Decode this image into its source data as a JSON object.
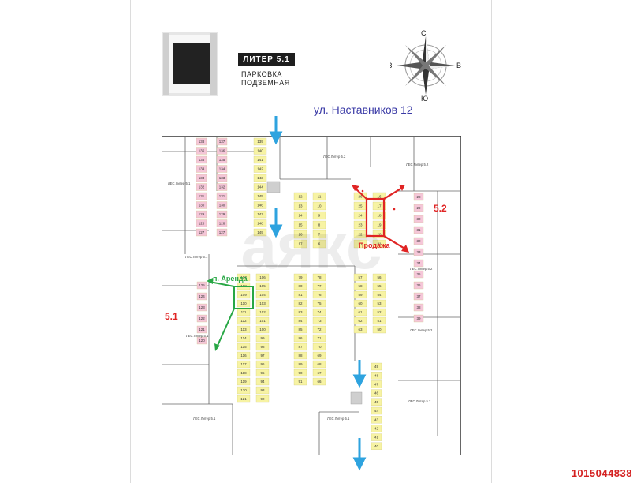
{
  "header": {
    "liter_title": "ЛИТЕР 5.1",
    "parking_line1": "ПАРКОВКА",
    "parking_line2": "ПОДЗЕМНАЯ"
  },
  "compass": {
    "north": "С",
    "south": "Ю",
    "west": "З",
    "east": "В"
  },
  "street_label": "ул. Наставников 12",
  "watermark": "аякс",
  "annotations": {
    "rent_label": "п. Аренда",
    "sale_label": "Продажа",
    "building_right": "5.2",
    "building_left": "5.1"
  },
  "plan_labels": {
    "stair_left_top": "ЛЕС Литер 5.1",
    "stair_left_mid": "ЛЕС Литер 5.1",
    "stair_left_low": "ЛЕС Литер 5.1",
    "stair_left_bottom": "ЛЕС Литер 5.1",
    "stair_top_mid": "ЛЕС Литер 5.2",
    "stair_top_right": "ЛЕС Литер 5.2",
    "stair_right_mid": "ЛЕС Литер 5.2",
    "stair_right_low": "ЛЕС Литер 5.2",
    "stair_right_bottom": "ЛЕС Литер 5.2",
    "stair_bottom_mid": "ЛЕС Литер 5.1"
  },
  "parking_spaces": {
    "left_upper_col1": [
      "138",
      "136",
      "135",
      "134",
      "133",
      "132",
      "131",
      "130",
      "129",
      "128",
      "127"
    ],
    "left_upper_col2": [
      "137",
      "136",
      "135",
      "134",
      "133",
      "132",
      "131",
      "130",
      "129",
      "128",
      "127"
    ],
    "center_top_col": [
      "139",
      "140",
      "141",
      "142",
      "143",
      "144",
      "145",
      "146",
      "147",
      "148",
      "149"
    ],
    "block_a_col1": [
      "12",
      "13",
      "14",
      "15",
      "16",
      "17"
    ],
    "block_a_col2": [
      "11",
      "10",
      "9",
      "8",
      "7",
      "6"
    ],
    "block_b_col1": [
      "26",
      "25",
      "24",
      "23",
      "22",
      "21"
    ],
    "block_b_col2": [
      "16",
      "17",
      "18",
      "19",
      "20",
      "21"
    ],
    "right_col": [
      "28",
      "29",
      "30",
      "31",
      "32",
      "33",
      "34",
      "35",
      "36",
      "37",
      "38",
      "39"
    ],
    "left_mid_col": [
      "125",
      "124",
      "123",
      "122",
      "121",
      "120"
    ],
    "center_col1": [
      "107",
      "108",
      "109",
      "110",
      "111",
      "112",
      "113",
      "114",
      "115",
      "116",
      "117",
      "118",
      "119",
      "120",
      "121"
    ],
    "center_col2": [
      "106",
      "105",
      "104",
      "103",
      "102",
      "101",
      "100",
      "99",
      "98",
      "97",
      "96",
      "95",
      "94",
      "93",
      "92"
    ],
    "center_col3": [
      "79",
      "80",
      "81",
      "82",
      "83",
      "84",
      "85",
      "86",
      "87",
      "88",
      "89",
      "90",
      "91"
    ],
    "center_col4": [
      "78",
      "77",
      "76",
      "75",
      "74",
      "73",
      "72",
      "71",
      "70",
      "69",
      "68",
      "67",
      "66"
    ],
    "center_col5": [
      "57",
      "58",
      "59",
      "60",
      "61",
      "62",
      "63"
    ],
    "center_col6": [
      "56",
      "55",
      "54",
      "53",
      "52",
      "51",
      "50"
    ],
    "lower_right_col": [
      "49",
      "48",
      "47",
      "46",
      "45",
      "44",
      "43",
      "42",
      "41",
      "40"
    ]
  },
  "listing_id": "1015044838",
  "colors": {
    "yellow_space": "#f7f3a3",
    "pink_space": "#f5c6d8",
    "annotation_red": "#e02424",
    "annotation_green": "#28a745",
    "arrow_blue": "#2ea3df",
    "street_blue": "#3a3aa6",
    "id_red": "#d42020"
  }
}
